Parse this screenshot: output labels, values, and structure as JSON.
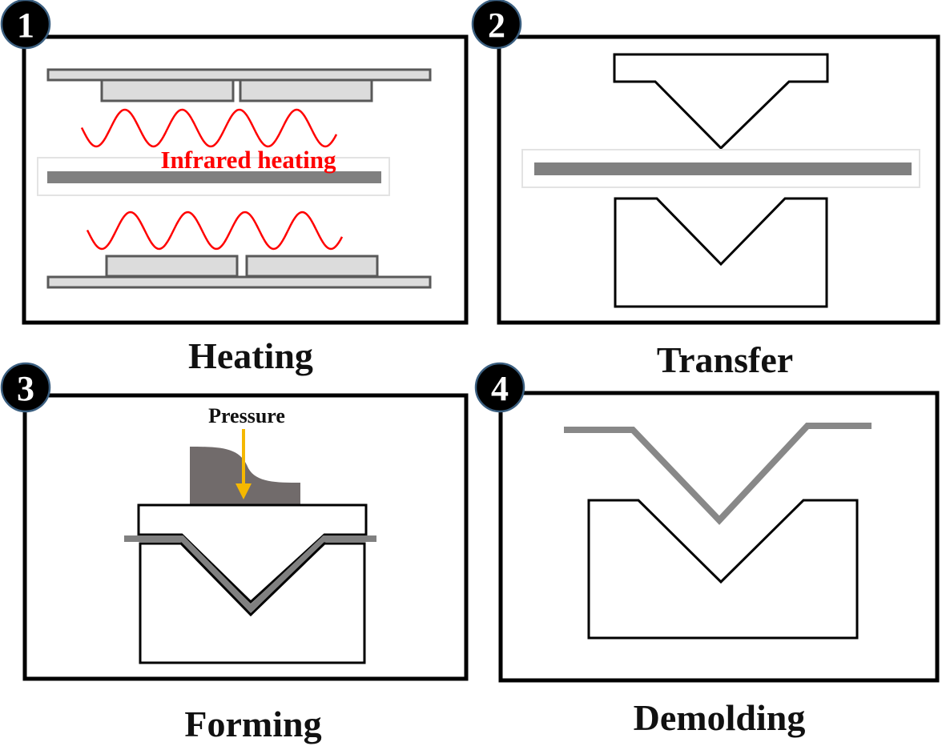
{
  "colors": {
    "frame": "#000000",
    "plate_fill": "#dcdcdc",
    "plate_stroke": "#595959",
    "film": "#808080",
    "wave": "#ff0000",
    "arrow": "#f5b800",
    "press_block": "#716b6b",
    "badge_ring": "#3b5f80"
  },
  "panels": [
    {
      "number": "1",
      "caption": "Heating",
      "annotation": "Infrared heating"
    },
    {
      "number": "2",
      "caption": "Transfer"
    },
    {
      "number": "3",
      "caption": "Forming",
      "annotation": "Pressure"
    },
    {
      "number": "4",
      "caption": "Demolding"
    }
  ]
}
